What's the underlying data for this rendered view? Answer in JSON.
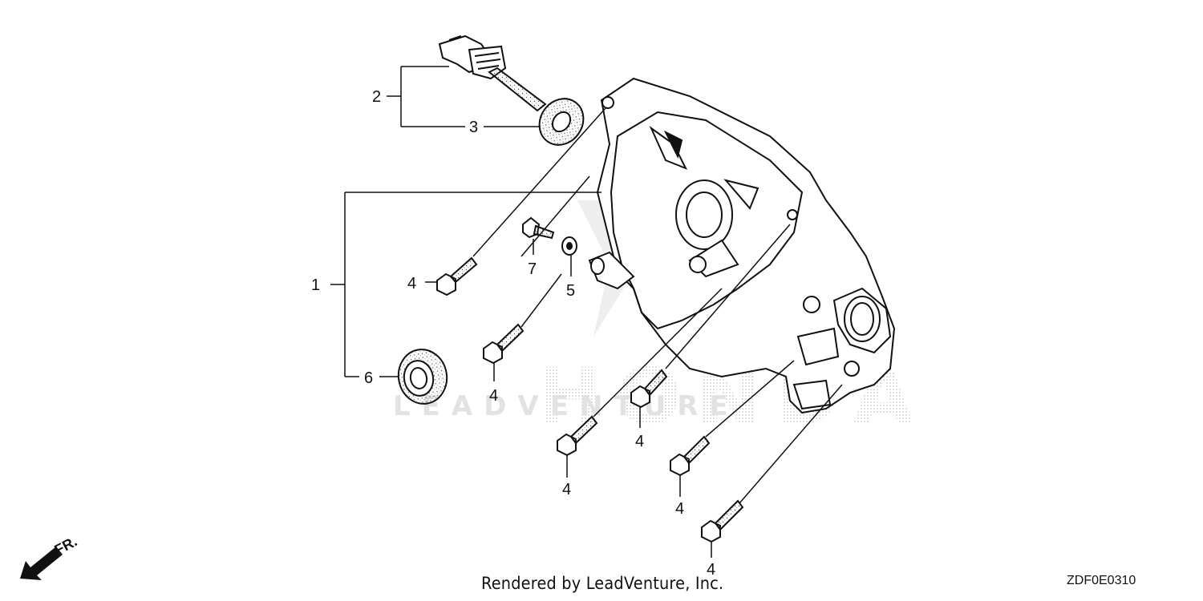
{
  "callouts": {
    "c1": "1",
    "c2": "2",
    "c3": "3",
    "c4": "4",
    "c5": "5",
    "c6": "6",
    "c7": "7"
  },
  "direction_marker": "FR.",
  "footer": {
    "credit": "Rendered by LeadVenture, Inc.",
    "diagram_code": "ZDF0E0310"
  },
  "watermark": {
    "brand": "HONDA",
    "partner": "LEADVENTURE"
  },
  "colors": {
    "line": "#111111",
    "watermark": "#d6d6d6",
    "background": "#ffffff"
  }
}
